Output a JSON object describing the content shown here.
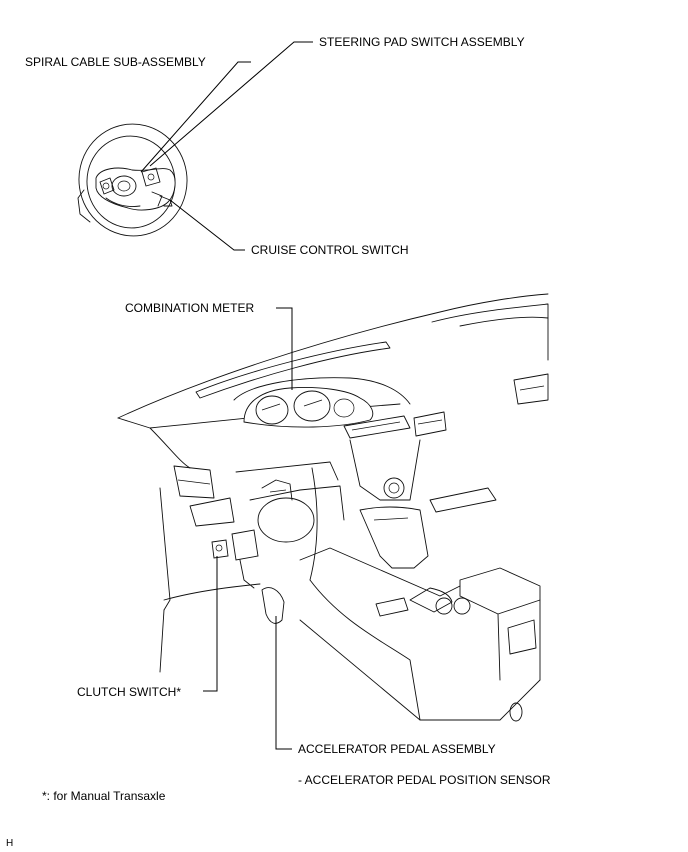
{
  "labels": {
    "steering_pad": "STEERING PAD SWITCH ASSEMBLY",
    "spiral_cable": "SPIRAL CABLE SUB-ASSEMBLY",
    "cruise_control": "CRUISE CONTROL SWITCH",
    "combination_meter": "COMBINATION METER",
    "clutch_switch": "CLUTCH SWITCH*",
    "accelerator_pedal": "ACCELERATOR PEDAL ASSEMBLY",
    "accelerator_sensor": "- ACCELERATOR PEDAL POSITION SENSOR"
  },
  "footnote": "*: for Manual Transaxle",
  "corner_mark": "H"
}
